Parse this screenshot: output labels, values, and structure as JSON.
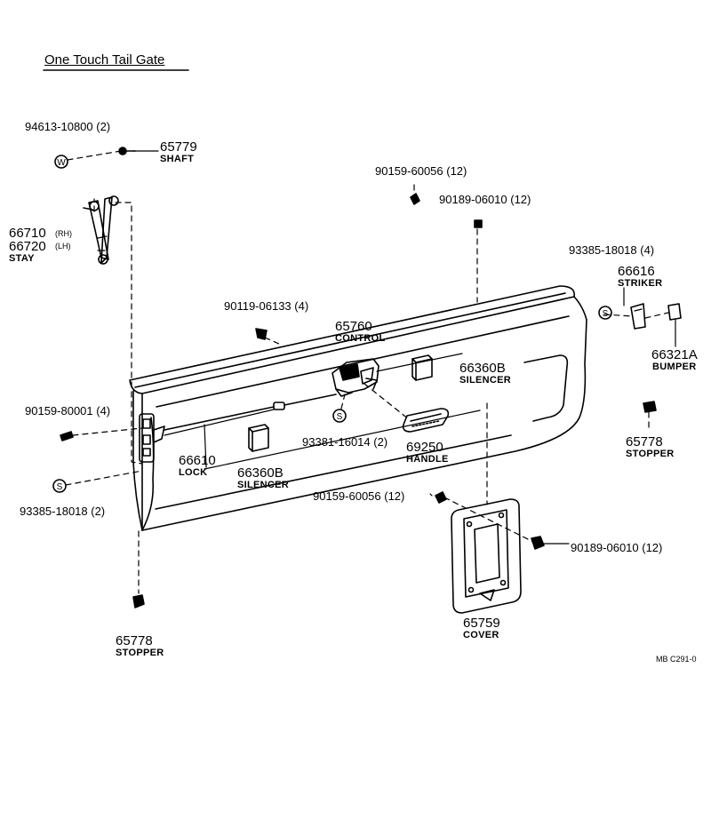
{
  "title": "One Touch Tail Gate",
  "diagram_code": "MB C291-0",
  "parts": {
    "p94613": {
      "number": "94613-10800 (2)"
    },
    "p65779": {
      "number": "65779",
      "name": "SHAFT"
    },
    "p66710": {
      "number": "66710",
      "suffix": "(RH)"
    },
    "p66720": {
      "number": "66720",
      "suffix": "(LH)",
      "name": "STAY"
    },
    "p90159_60056_top": {
      "number": "90159-60056 (12)"
    },
    "p90189_06010_top": {
      "number": "90189-06010 (12)"
    },
    "p93385_right": {
      "number": "93385-18018 (4)"
    },
    "p66616": {
      "number": "66616",
      "name": "STRIKER"
    },
    "p66321A": {
      "number": "66321A",
      "name": "BUMPER"
    },
    "p90119": {
      "number": "90119-06133 (4)"
    },
    "p65760": {
      "number": "65760",
      "name": "CONTROL"
    },
    "p66360B_right": {
      "number": "66360B",
      "name": "SILENCER"
    },
    "p90159_80001": {
      "number": "90159-80001 (4)"
    },
    "p93381": {
      "number": "93381-16014 (2)"
    },
    "p69250": {
      "number": "69250",
      "name": "HANDLE"
    },
    "p65778_right": {
      "number": "65778",
      "name": "STOPPER"
    },
    "p66610": {
      "number": "66610",
      "name": "LOCK"
    },
    "p66360B_left": {
      "number": "66360B",
      "name": "SILENCER"
    },
    "p93385_left": {
      "number": "93385-18018 (2)"
    },
    "p90159_60056_mid": {
      "number": "90159-60056 (12)"
    },
    "p90189_06010_mid": {
      "number": "90189-06010 (12)"
    },
    "p65759": {
      "number": "65759",
      "name": "COVER"
    },
    "p65778_left": {
      "number": "65778",
      "name": "STOPPER"
    }
  },
  "symbols": {
    "washer_letter": "W",
    "spring_letter": "S"
  }
}
